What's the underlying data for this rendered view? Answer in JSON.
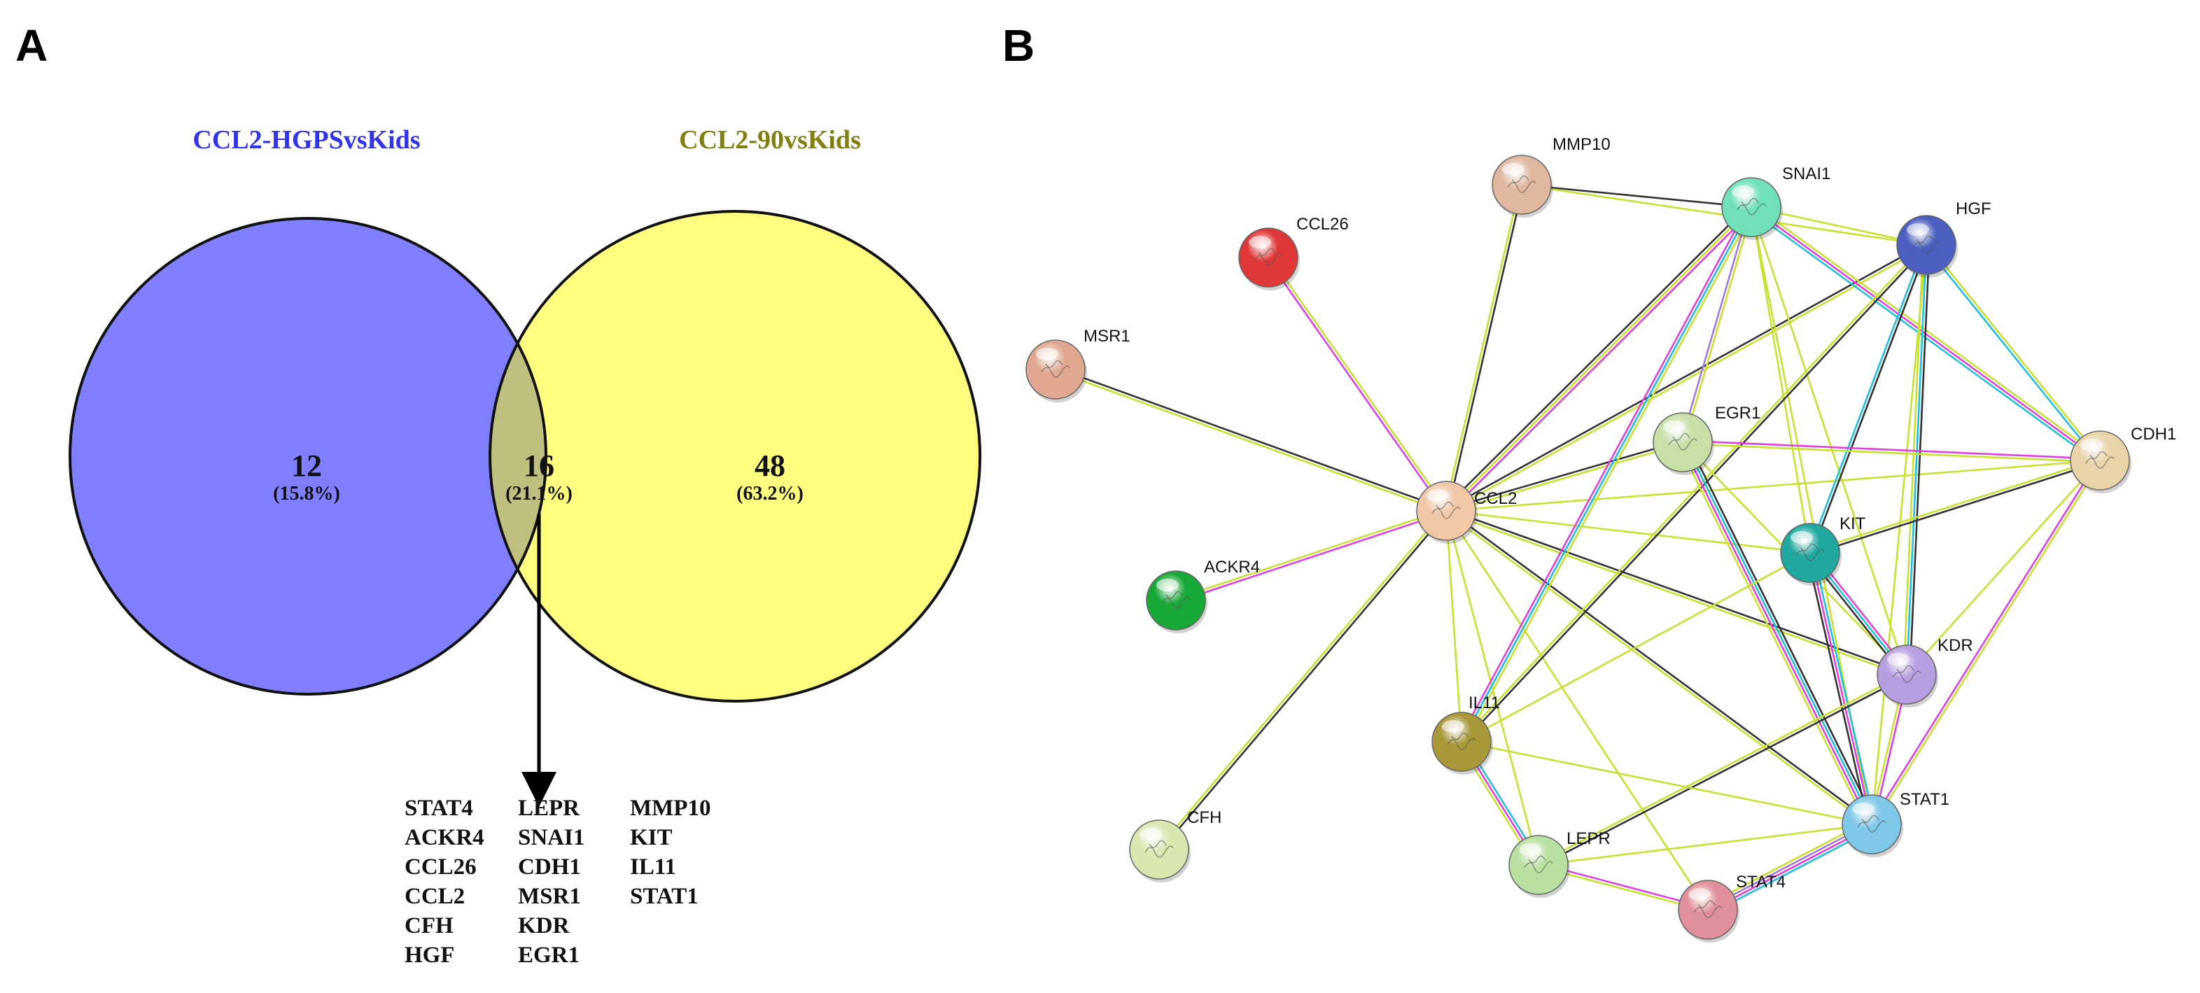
{
  "panel_a": {
    "letter": "A",
    "set_left_title": "CCL2-HGPSvsKids",
    "set_right_title": "CCL2-90vsKids",
    "regions": {
      "left": {
        "count": "12",
        "percent": "(15.8%)"
      },
      "overlap": {
        "count": "16",
        "percent": "(21.1%)"
      },
      "right": {
        "count": "48",
        "percent": "(63.2%)"
      }
    },
    "overlap_genes": [
      [
        "STAT4",
        "ACKR4",
        "CCL26",
        "CCL2",
        "CFH",
        "HGF"
      ],
      [
        "LEPR",
        "SNAI1",
        "CDH1",
        "MSR1",
        "KDR",
        "EGR1"
      ],
      [
        "MMP10",
        "KIT",
        "IL11",
        "STAT1"
      ]
    ],
    "colors": {
      "left": "#7f7fff",
      "right": "#ffff7f",
      "overlap": "#bfbf7f",
      "left_title": "#3333ee",
      "right_title": "#808010"
    }
  },
  "panel_b": {
    "letter": "B",
    "nodes": [
      {
        "id": "MMP10",
        "label": "MMP10",
        "color": "#e0b8a0"
      },
      {
        "id": "SNAI1",
        "label": "SNAI1",
        "color": "#6fe0b8"
      },
      {
        "id": "HGF",
        "label": "HGF",
        "color": "#4a5fc0"
      },
      {
        "id": "CCL26",
        "label": "CCL26",
        "color": "#e03838"
      },
      {
        "id": "MSR1",
        "label": "MSR1",
        "color": "#e0a890"
      },
      {
        "id": "EGR1",
        "label": "EGR1",
        "color": "#c8e0a8"
      },
      {
        "id": "CDH1",
        "label": "CDH1",
        "color": "#e8d4a8"
      },
      {
        "id": "CCL2",
        "label": "CCL2",
        "color": "#f0c8a8"
      },
      {
        "id": "KIT",
        "label": "KIT",
        "color": "#20a8a0"
      },
      {
        "id": "ACKR4",
        "label": "ACKR4",
        "color": "#18a838"
      },
      {
        "id": "KDR",
        "label": "KDR",
        "color": "#b8a0e0"
      },
      {
        "id": "IL11",
        "label": "IL11",
        "color": "#a89838"
      },
      {
        "id": "CFH",
        "label": "CFH",
        "color": "#d8e8b0"
      },
      {
        "id": "STAT1",
        "label": "STAT1",
        "color": "#80c8e8"
      },
      {
        "id": "LEPR",
        "label": "LEPR",
        "color": "#b8e0a0"
      },
      {
        "id": "STAT4",
        "label": "STAT4",
        "color": "#e0909a"
      }
    ],
    "edges": [
      {
        "a": "MSR1",
        "b": "CCL2",
        "types": [
          "#333333",
          "#c8e030"
        ]
      },
      {
        "a": "CCL26",
        "b": "CCL2",
        "types": [
          "#c8e030",
          "#e040e0"
        ]
      },
      {
        "a": "ACKR4",
        "b": "CCL2",
        "types": [
          "#c8e030",
          "#e040e0"
        ]
      },
      {
        "a": "CFH",
        "b": "CCL2",
        "types": [
          "#c8e030",
          "#333333"
        ]
      },
      {
        "a": "MMP10",
        "b": "CCL2",
        "types": [
          "#333333",
          "#c8e030"
        ]
      },
      {
        "a": "MMP10",
        "b": "SNAI1",
        "types": [
          "#333333"
        ]
      },
      {
        "a": "MMP10",
        "b": "HGF",
        "types": [
          "#c8e030"
        ]
      },
      {
        "a": "CCL2",
        "b": "SNAI1",
        "types": [
          "#333333",
          "#c8e030",
          "#e040e0"
        ]
      },
      {
        "a": "CCL2",
        "b": "HGF",
        "types": [
          "#333333",
          "#c8e030"
        ]
      },
      {
        "a": "CCL2",
        "b": "EGR1",
        "types": [
          "#333333",
          "#c8e030"
        ]
      },
      {
        "a": "CCL2",
        "b": "CDH1",
        "types": [
          "#c8e030"
        ]
      },
      {
        "a": "CCL2",
        "b": "KIT",
        "types": [
          "#c8e030"
        ]
      },
      {
        "a": "CCL2",
        "b": "KDR",
        "types": [
          "#333333",
          "#c8e030"
        ]
      },
      {
        "a": "CCL2",
        "b": "IL11",
        "types": [
          "#c8e030"
        ]
      },
      {
        "a": "CCL2",
        "b": "STAT1",
        "types": [
          "#333333",
          "#c8e030"
        ]
      },
      {
        "a": "CCL2",
        "b": "LEPR",
        "types": [
          "#c8e030"
        ]
      },
      {
        "a": "CCL2",
        "b": "STAT4",
        "types": [
          "#c8e030"
        ]
      },
      {
        "a": "SNAI1",
        "b": "HGF",
        "types": [
          "#c8e030"
        ]
      },
      {
        "a": "SNAI1",
        "b": "EGR1",
        "types": [
          "#c8e030",
          "#a078e0"
        ]
      },
      {
        "a": "SNAI1",
        "b": "CDH1",
        "types": [
          "#c8e030",
          "#e040e0",
          "#20c0e0"
        ]
      },
      {
        "a": "SNAI1",
        "b": "KIT",
        "types": [
          "#c8e030"
        ]
      },
      {
        "a": "SNAI1",
        "b": "KDR",
        "types": [
          "#c8e030"
        ]
      },
      {
        "a": "SNAI1",
        "b": "STAT1",
        "types": [
          "#c8e030"
        ]
      },
      {
        "a": "SNAI1",
        "b": "IL11",
        "types": [
          "#c8e030",
          "#20c0e0",
          "#e040e0"
        ]
      },
      {
        "a": "HGF",
        "b": "CDH1",
        "types": [
          "#c8e030",
          "#20c0e0"
        ]
      },
      {
        "a": "HGF",
        "b": "KIT",
        "types": [
          "#333333",
          "#20c0e0"
        ]
      },
      {
        "a": "HGF",
        "b": "KDR",
        "types": [
          "#333333",
          "#20c0e0",
          "#c8e030"
        ]
      },
      {
        "a": "HGF",
        "b": "IL11",
        "types": [
          "#333333",
          "#c8e030"
        ]
      },
      {
        "a": "HGF",
        "b": "STAT1",
        "types": [
          "#c8e030"
        ]
      },
      {
        "a": "EGR1",
        "b": "CDH1",
        "types": [
          "#e040e0",
          "#c8e030"
        ]
      },
      {
        "a": "EGR1",
        "b": "STAT1",
        "types": [
          "#333333",
          "#20c0e0",
          "#e040e0",
          "#c8e030"
        ]
      },
      {
        "a": "EGR1",
        "b": "KDR",
        "types": [
          "#c8e030"
        ]
      },
      {
        "a": "CDH1",
        "b": "KIT",
        "types": [
          "#333333",
          "#c8e030"
        ]
      },
      {
        "a": "CDH1",
        "b": "STAT1",
        "types": [
          "#c8e030",
          "#e040e0"
        ]
      },
      {
        "a": "CDH1",
        "b": "KDR",
        "types": [
          "#c8e030"
        ]
      },
      {
        "a": "KIT",
        "b": "KDR",
        "types": [
          "#e040e0",
          "#20c0e0",
          "#333333"
        ]
      },
      {
        "a": "KIT",
        "b": "STAT1",
        "types": [
          "#20c0e0",
          "#e040e0",
          "#333333"
        ]
      },
      {
        "a": "KIT",
        "b": "IL11",
        "types": [
          "#c8e030"
        ]
      },
      {
        "a": "KDR",
        "b": "STAT1",
        "types": [
          "#e040e0",
          "#c8e030"
        ]
      },
      {
        "a": "KDR",
        "b": "LEPR",
        "types": [
          "#333333",
          "#c8e030"
        ]
      },
      {
        "a": "IL11",
        "b": "LEPR",
        "types": [
          "#20c0e0",
          "#e040e0",
          "#c8e030"
        ]
      },
      {
        "a": "IL11",
        "b": "STAT1",
        "types": [
          "#c8e030"
        ]
      },
      {
        "a": "LEPR",
        "b": "STAT1",
        "types": [
          "#c8e030"
        ]
      },
      {
        "a": "LEPR",
        "b": "STAT4",
        "types": [
          "#e040e0",
          "#c8e030"
        ]
      },
      {
        "a": "STAT1",
        "b": "STAT4",
        "types": [
          "#20c0e0",
          "#e040e0",
          "#a078e0",
          "#c8e030"
        ]
      }
    ]
  }
}
